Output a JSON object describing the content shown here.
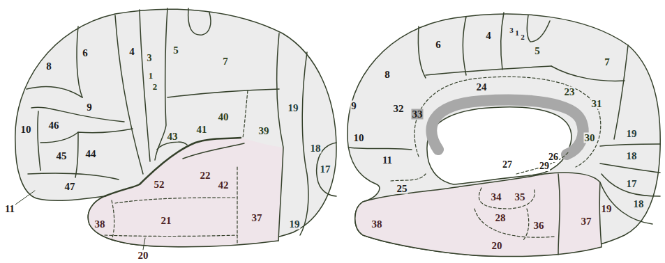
{
  "diagram": {
    "labels": [
      "8",
      "6",
      "4",
      "3",
      "1",
      "2",
      "5",
      "7",
      "9",
      "10",
      "46",
      "45",
      "44",
      "43",
      "41",
      "40",
      "39",
      "19",
      "18",
      "17",
      "47",
      "11",
      "52",
      "22",
      "42",
      "38",
      "21",
      "37",
      "19",
      "20",
      "4",
      "3",
      "1",
      "2",
      "6",
      "5",
      "7",
      "8",
      "24",
      "23",
      "31",
      "9",
      "32",
      "33",
      "10",
      "30",
      "19",
      "18",
      "26",
      "27",
      "29",
      "11",
      "25",
      "17",
      "18",
      "34",
      "35",
      "28",
      "36",
      "19",
      "37",
      "38",
      "20"
    ]
  }
}
